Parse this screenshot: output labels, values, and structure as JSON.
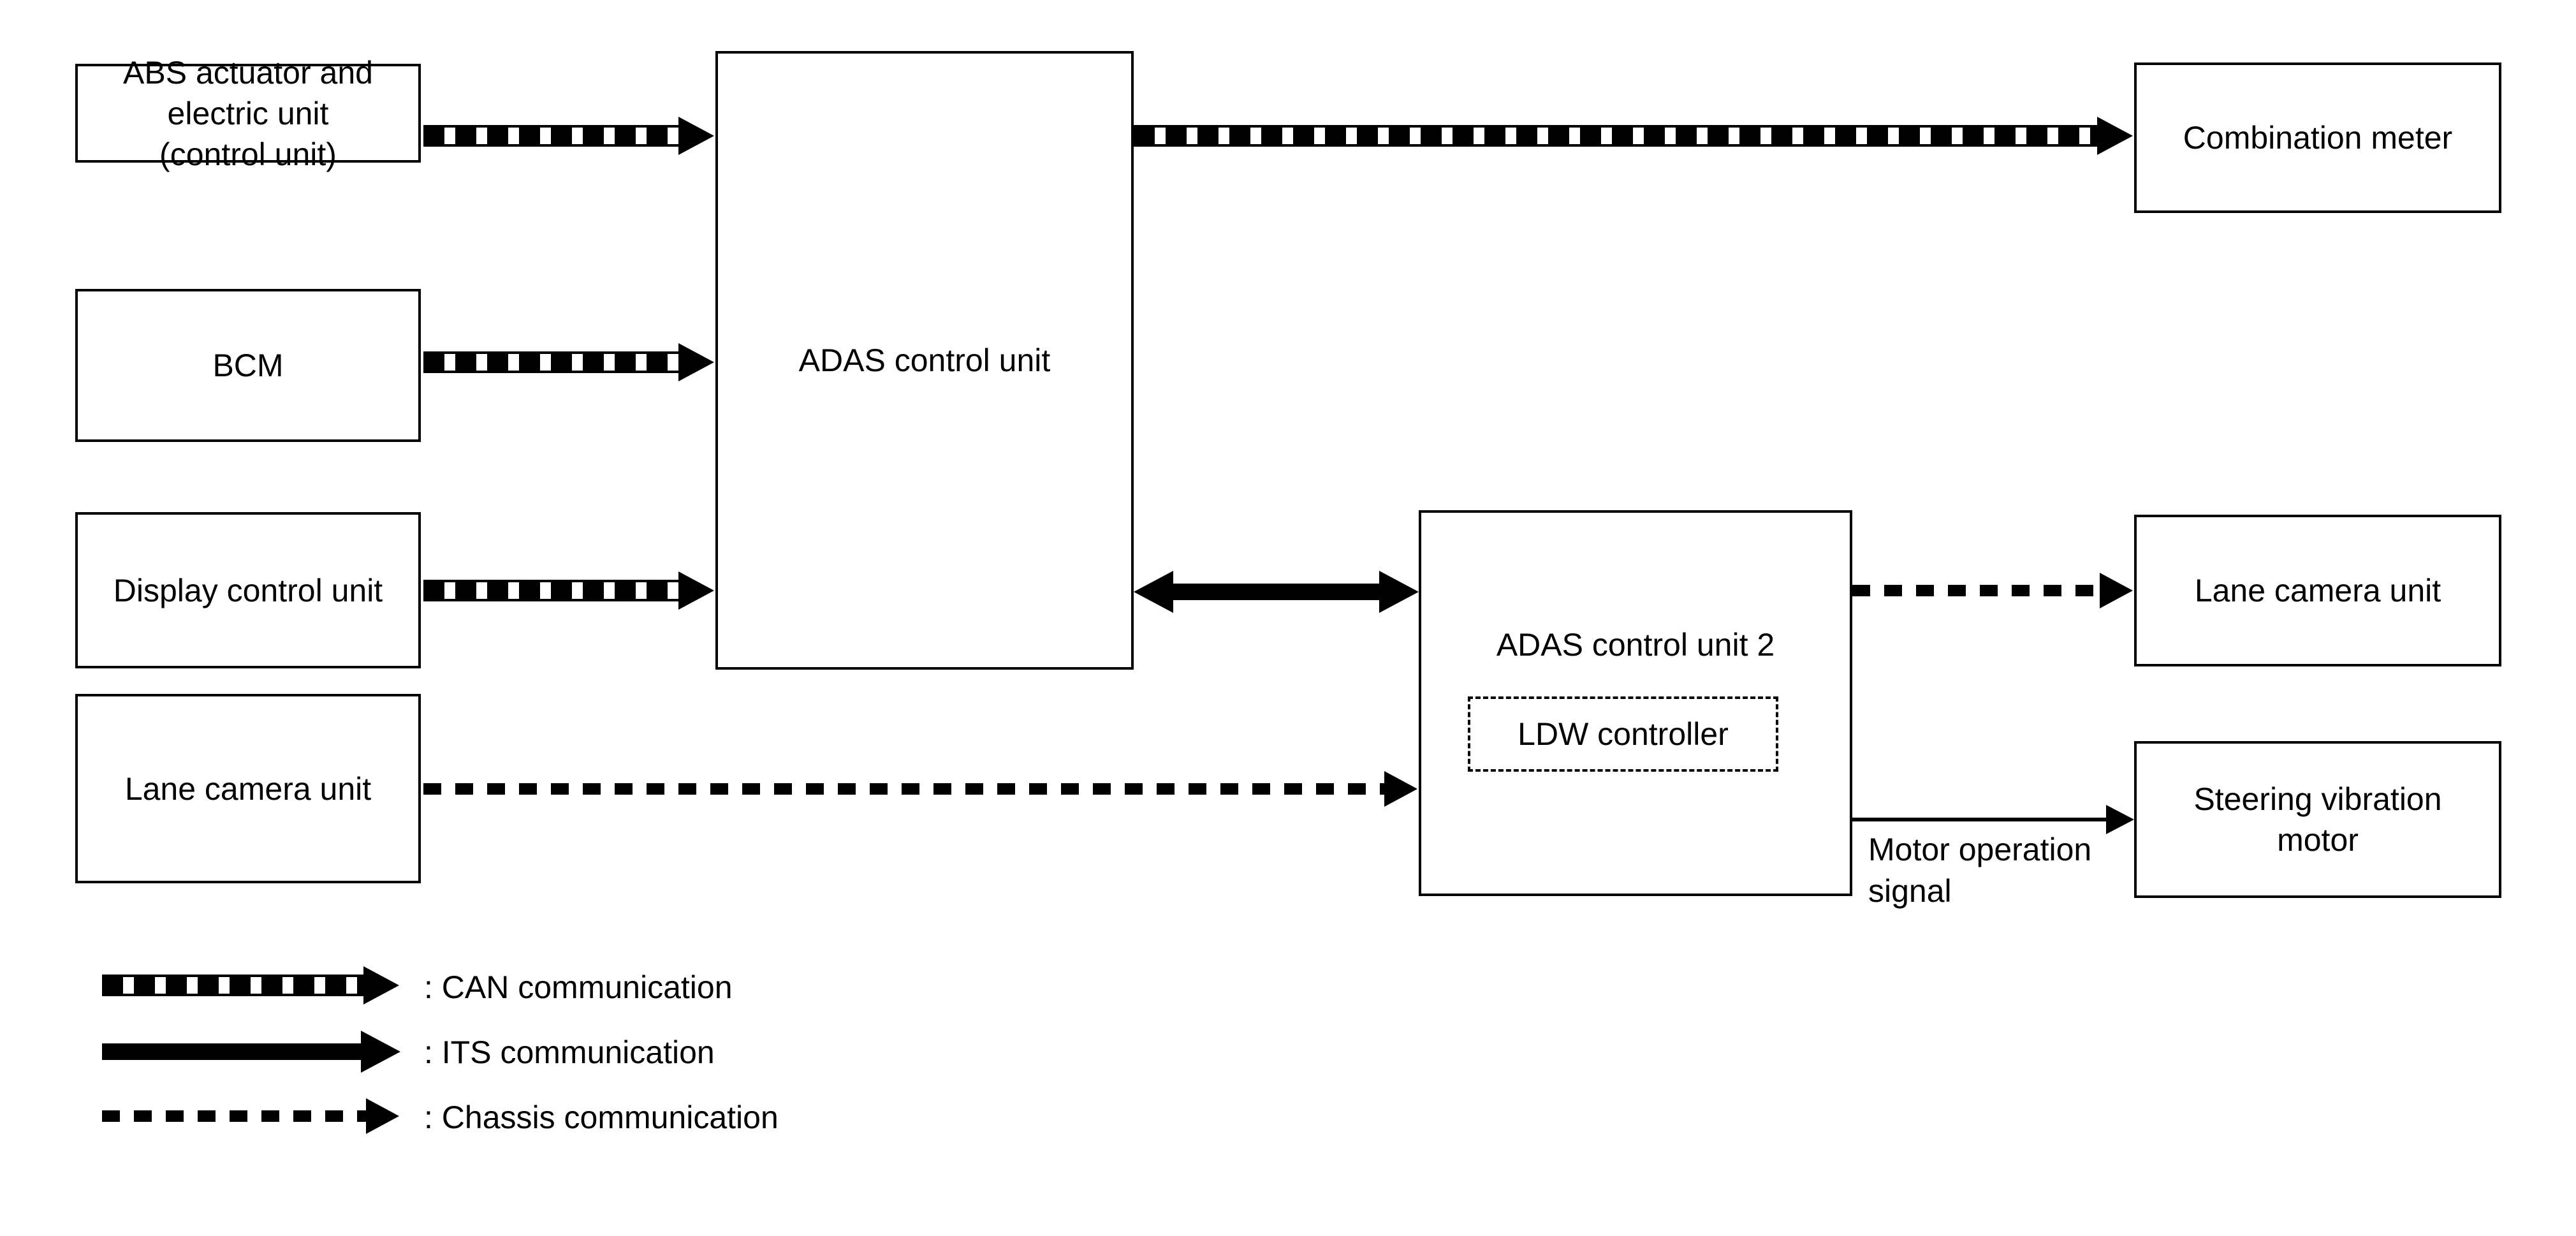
{
  "diagram": {
    "title": "LDW system component wiring / communication diagram",
    "nodes": {
      "abs_actuator": "ABS actuator and\nelectric unit\n(control unit)",
      "bcm": "BCM",
      "display_control_unit": "Display control unit",
      "lane_camera_unit_left": "Lane camera unit",
      "adas_control_unit": "ADAS control unit",
      "adas_control_unit_2": "ADAS control unit 2",
      "ldw_controller": "LDW controller",
      "combination_meter": "Combination meter",
      "lane_camera_unit_right": "Lane camera unit",
      "steering_vibration_motor": "Steering vibration\nmotor"
    },
    "edge_labels": {
      "motor_operation_signal": "Motor operation\nsignal"
    },
    "legend": [
      {
        "symbol": "can-arrow",
        "label": ": CAN communication"
      },
      {
        "symbol": "its-arrow",
        "label": ": ITS communication"
      },
      {
        "symbol": "chassis-arrow",
        "label": ": Chassis communication"
      }
    ],
    "colors": {
      "line": "#000000",
      "background": "#ffffff",
      "text": "#000000"
    }
  }
}
